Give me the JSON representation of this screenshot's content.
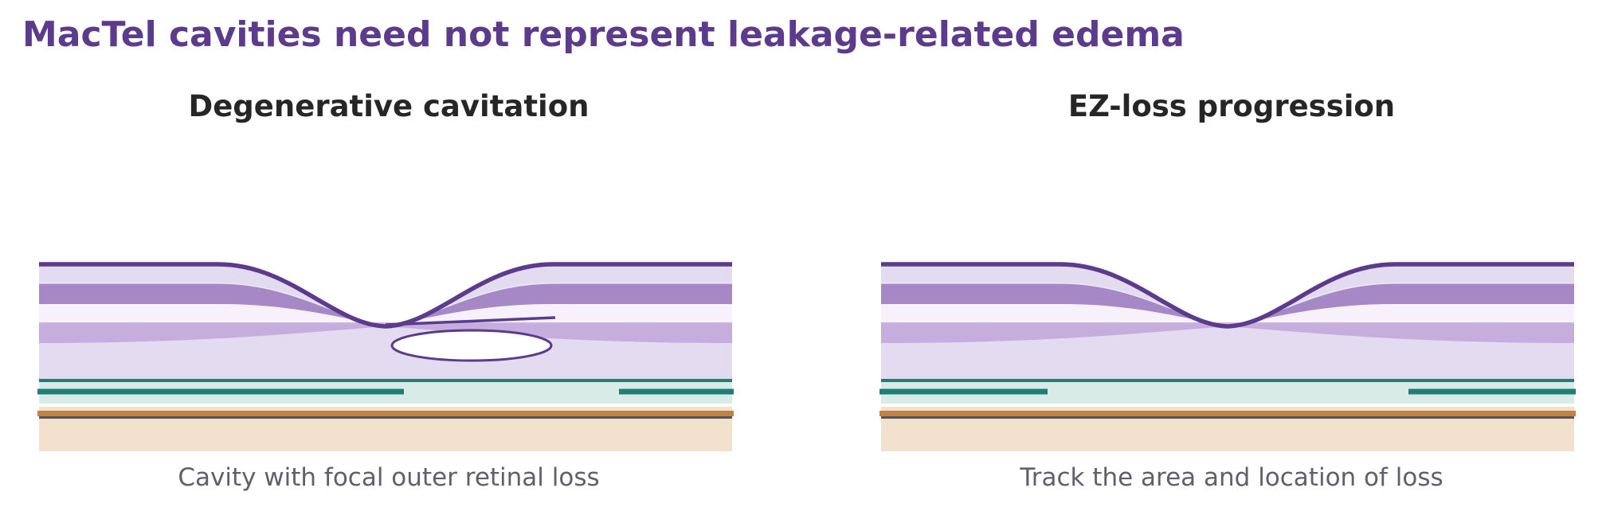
{
  "title": "MacTel cavities need not represent leakage-related edema",
  "panels": [
    {
      "title": "Degenerative cavitation",
      "caption": "Cavity with focal outer retinal loss"
    },
    {
      "title": "EZ-loss progression",
      "caption": "Track the area and location of loss"
    }
  ],
  "colors": {
    "title": "#5c3b8c",
    "heading": "#262626",
    "caption": "#5f6068",
    "retina_outline": "#5c3b8c",
    "inner_layer": "#a688c7",
    "nuclear_layer": "#c5aedd",
    "retina_fill": "#e3dbef",
    "ellipsoid_zone": "#1d8076",
    "ez_region": "#d8ebe6",
    "rpe": "#c8803e",
    "choroid": "#f2e1cd"
  },
  "icons": [
    "retina-cross-section",
    "intraretinal-cavity"
  ]
}
